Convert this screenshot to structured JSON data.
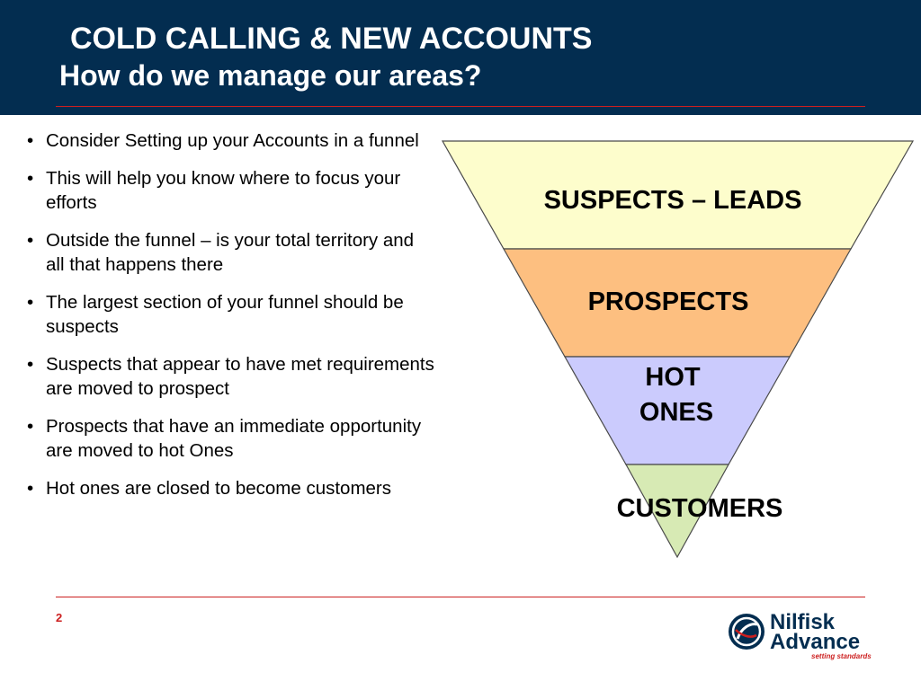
{
  "header": {
    "title": "COLD CALLING & NEW ACCOUNTS",
    "subtitle": "How do we manage our areas?"
  },
  "bullets": [
    "Consider Setting up your Accounts in a funnel",
    "This will help you know where to focus your efforts",
    "Outside the funnel – is your total territory and all that happens there",
    "The largest section of your funnel should be suspects",
    "Suspects that appear to have met requirements are moved to prospect",
    "Prospects that have an immediate opportunity are moved to hot Ones",
    "Hot ones are closed to become customers"
  ],
  "funnel": {
    "stages": [
      {
        "label": "SUSPECTS – LEADS",
        "color": "#fdfdcc"
      },
      {
        "label": "PROSPECTS",
        "color": "#fdbf80"
      },
      {
        "label_line1": "HOT",
        "label_line2": "ONES",
        "color": "#cbcbfd"
      },
      {
        "label": "CUSTOMERS",
        "color": "#d7eab4"
      }
    ],
    "outline_color": "#4a4a4a"
  },
  "footer": {
    "page_number": "2",
    "logo_line1": "Nilfisk",
    "logo_line2": "Advance",
    "logo_tagline": "setting standards"
  },
  "colors": {
    "header_bg": "#032d50",
    "accent_red": "#cc1f1f"
  }
}
